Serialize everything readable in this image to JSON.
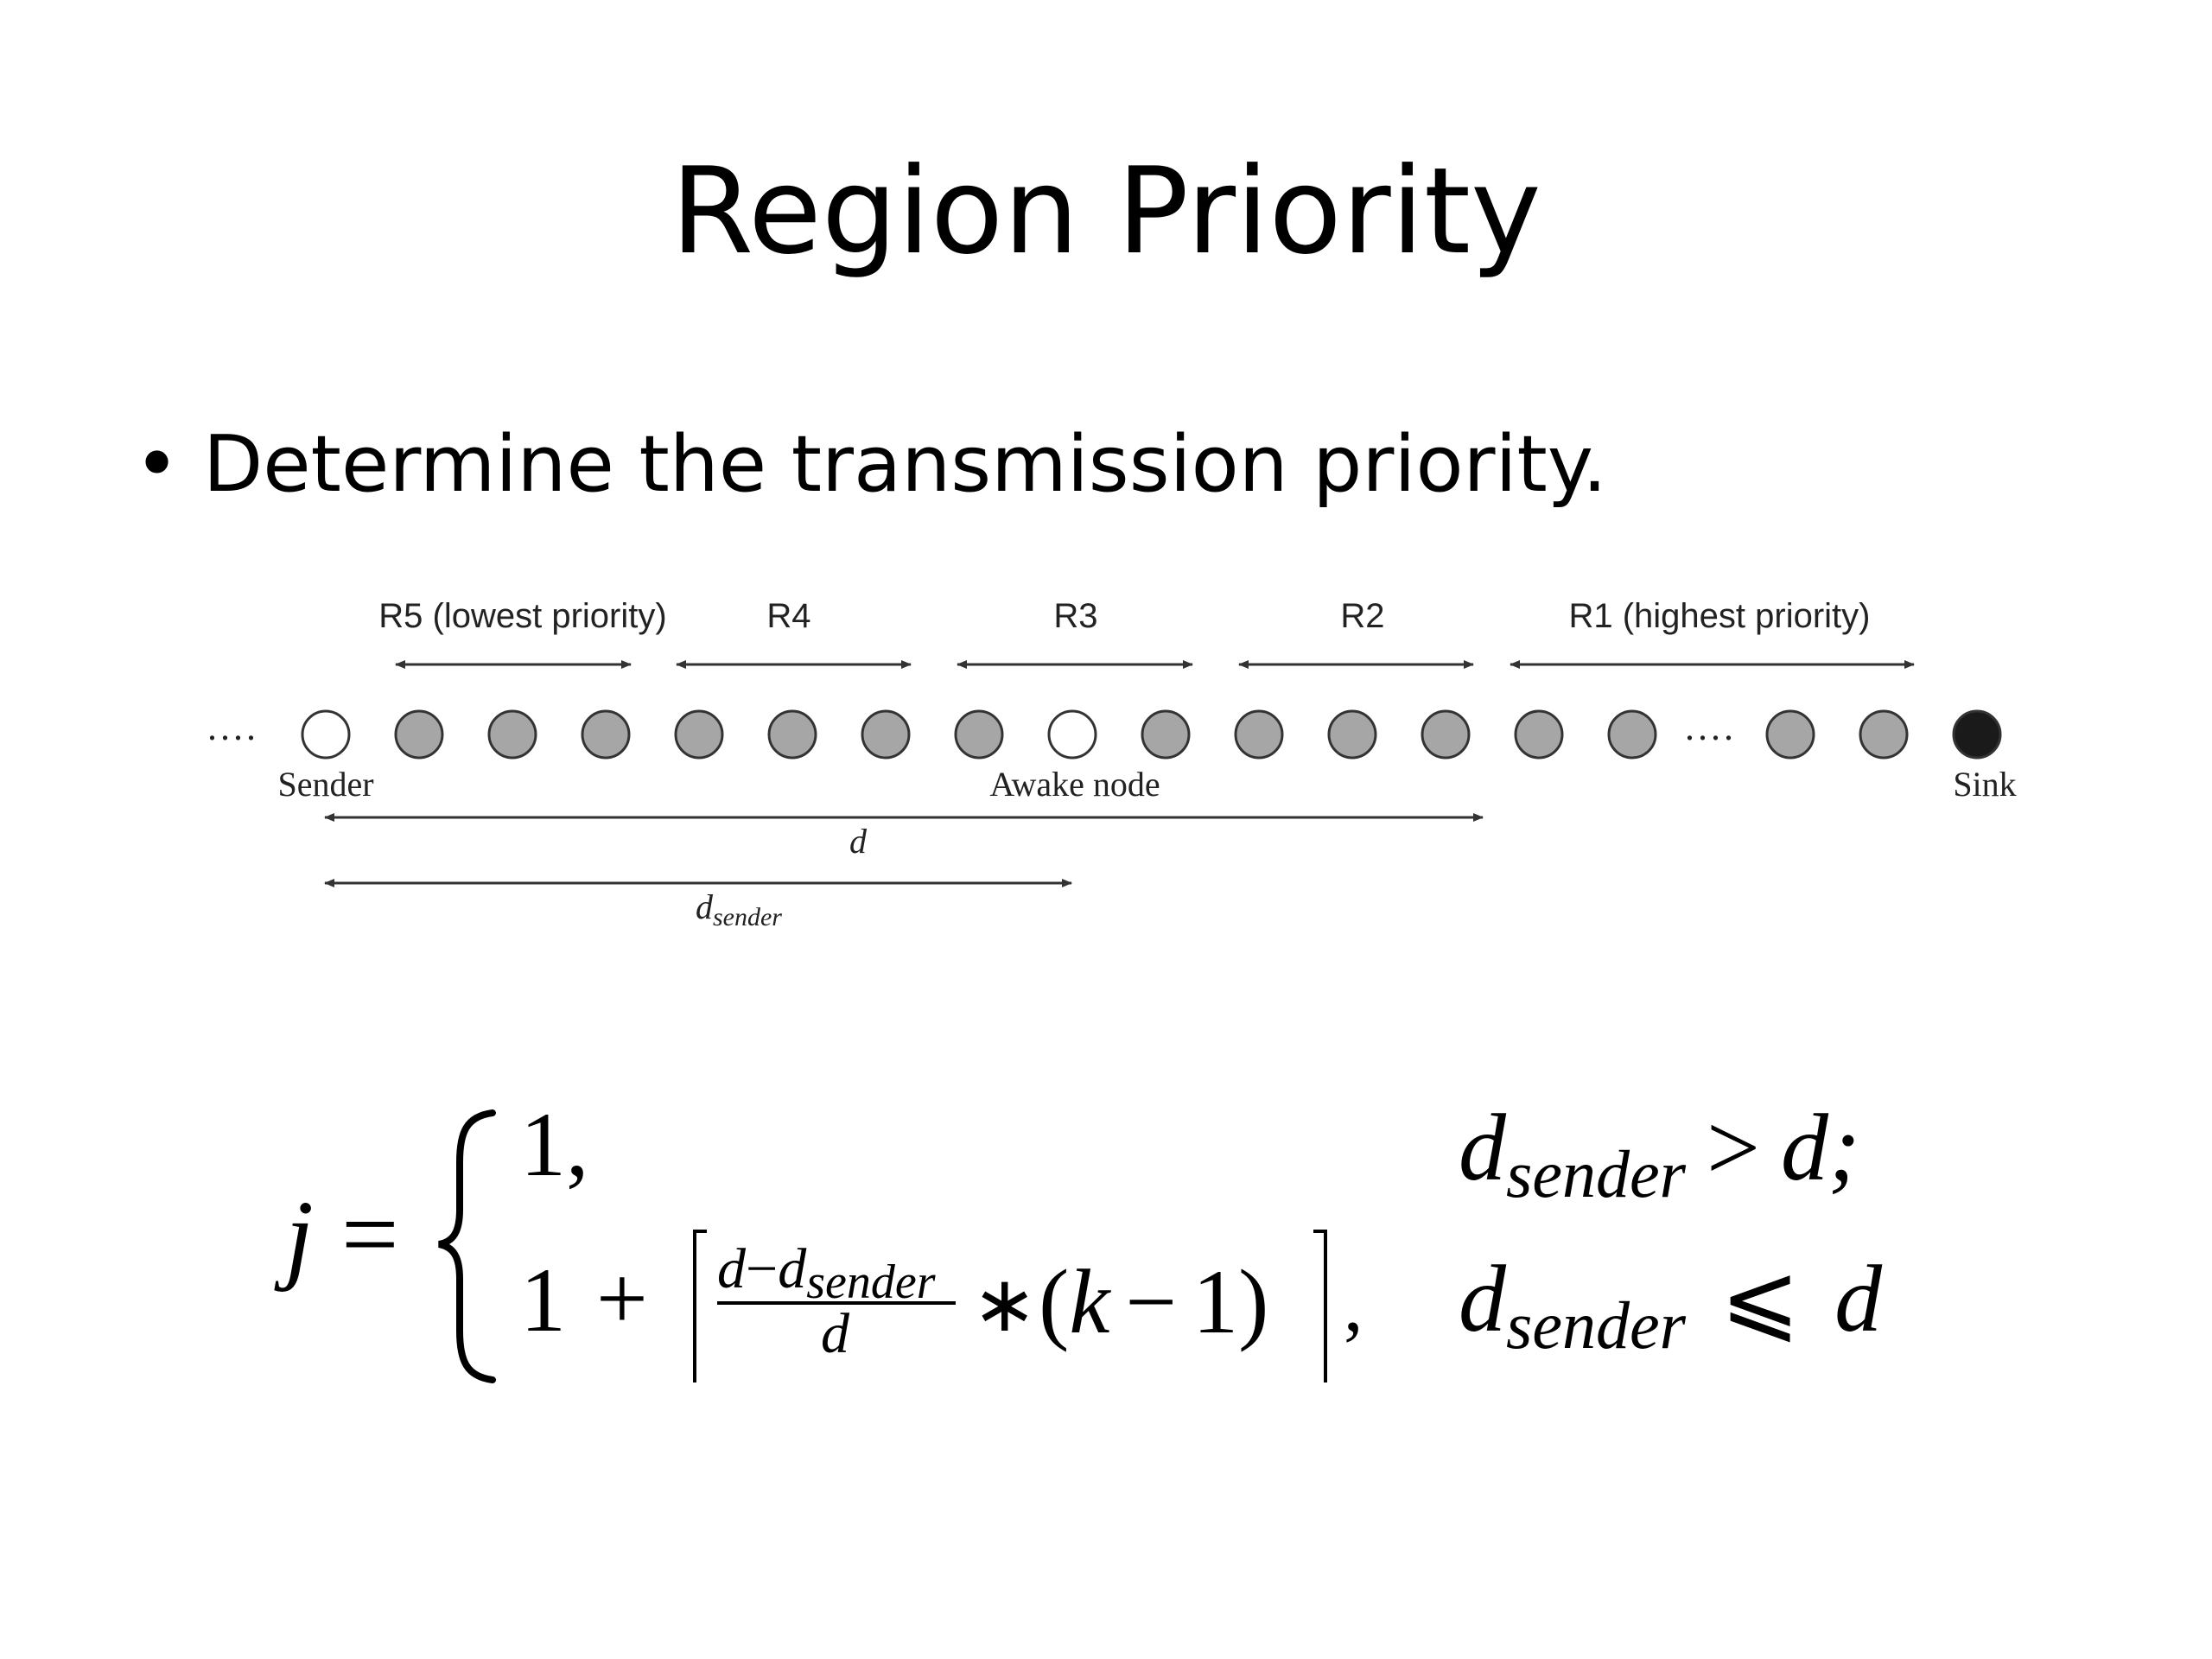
{
  "slide": {
    "title": "Region Priority",
    "bullet_symbol": "•",
    "bullet_text": "Determine the transmission priority."
  },
  "diagram": {
    "regions": [
      {
        "label": "R5 (lowest priority)"
      },
      {
        "label": "R4"
      },
      {
        "label": "R3"
      },
      {
        "label": "R2"
      },
      {
        "label": "R1 (highest priority)"
      }
    ],
    "ellipsis": "....",
    "node_labels": {
      "sender": "Sender",
      "awake": "Awake node",
      "sink": "Sink"
    },
    "distance_labels": {
      "d": "d",
      "d_sender_base": "d",
      "d_sender_sub": "sender"
    },
    "nodes": [
      {
        "kind": "ellipsis"
      },
      {
        "kind": "sender"
      },
      {
        "kind": "relay"
      },
      {
        "kind": "relay"
      },
      {
        "kind": "relay"
      },
      {
        "kind": "relay"
      },
      {
        "kind": "relay"
      },
      {
        "kind": "relay"
      },
      {
        "kind": "relay"
      },
      {
        "kind": "awake"
      },
      {
        "kind": "relay"
      },
      {
        "kind": "relay"
      },
      {
        "kind": "relay"
      },
      {
        "kind": "relay"
      },
      {
        "kind": "relay"
      },
      {
        "kind": "relay"
      },
      {
        "kind": "ellipsis"
      },
      {
        "kind": "relay"
      },
      {
        "kind": "relay"
      },
      {
        "kind": "sink"
      }
    ],
    "colors": {
      "relay": "#a6a6a6",
      "sender": "#ffffff",
      "awake": "#ffffff",
      "sink": "#1a1a1a",
      "stroke": "#333333"
    }
  },
  "formula": {
    "lhs": "j",
    "equals": "=",
    "case1": {
      "value": "1,",
      "cond_var": "d",
      "cond_sub": "sender",
      "cond_op": ">",
      "cond_rhs": "d;"
    },
    "case2": {
      "one": "1",
      "plus": "+",
      "num_d": "d",
      "num_minus": "−",
      "num_dvar": "d",
      "num_sub": "sender",
      "den": "d",
      "times": "∗",
      "lparen": "(",
      "k": "k",
      "minus": "−",
      "one_b": "1",
      "rparen": ")",
      "comma": ",",
      "cond_var": "d",
      "cond_sub": "sender",
      "cond_op": "⩽",
      "cond_rhs": "d"
    }
  }
}
